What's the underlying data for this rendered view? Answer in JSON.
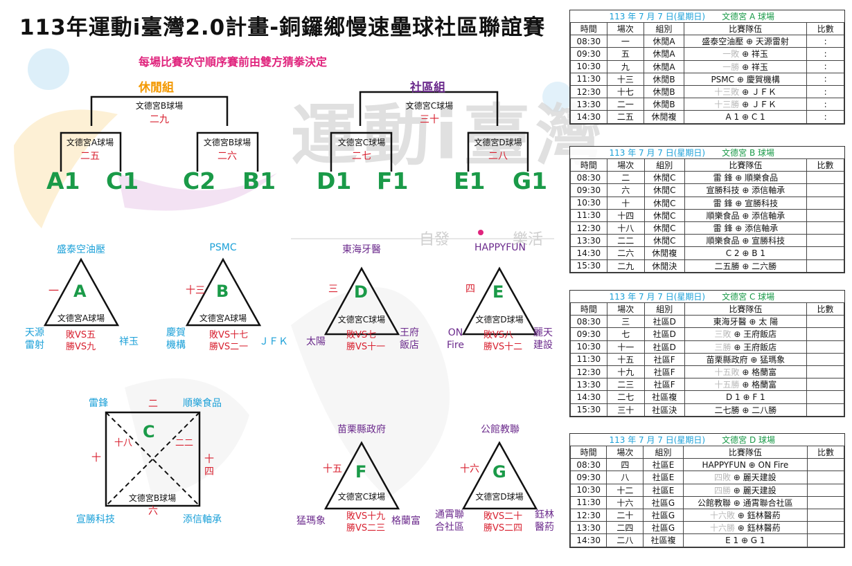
{
  "title": "113年運動i臺灣2.0計畫-銅鑼鄉慢速壘球社區聯誼賽",
  "subtitle": "每場比賽攻守順序賽前由雙方猜拳決定",
  "watermark": {
    "main": "運動i臺灣",
    "slogan_left": "自發",
    "slogan_right": "樂活"
  },
  "bracket_leisure": {
    "name": "休閒組",
    "color": "#f39800",
    "final": {
      "venue": "文德宮B球場",
      "no": "二九"
    },
    "left": {
      "venue": "文德宮A球場",
      "no": "二五",
      "t1": "A1",
      "t2": "C1"
    },
    "right": {
      "venue": "文德宮B球場",
      "no": "二六",
      "t1": "C2",
      "t2": "B1"
    }
  },
  "bracket_community": {
    "name": "社區組",
    "color": "#6b2a8c",
    "final": {
      "venue": "文德宮C球場",
      "no": "三十"
    },
    "left": {
      "venue": "文德宮C球場",
      "no": "二七",
      "t1": "D1",
      "t2": "F1"
    },
    "right": {
      "venue": "文德宮D球場",
      "no": "二八",
      "t1": "E1",
      "t2": "G1"
    }
  },
  "groups": {
    "A": {
      "letter": "A",
      "venue": "文德宮A球場",
      "top": "盛泰空油壓",
      "left_team": "天源\n雷射",
      "right_team": "祥玉",
      "side_no": "一",
      "rd1": "敗VS五",
      "rd2": "勝VS九"
    },
    "B": {
      "letter": "B",
      "venue": "文德宮A球場",
      "top": "PSMC",
      "left_team": "慶賀\n機構",
      "right_team": "ＪＦＫ",
      "side_no": "十三",
      "rd1": "敗VS十七",
      "rd2": "勝VS二一"
    },
    "D": {
      "letter": "D",
      "venue": "文德宮C球場",
      "top": "東海牙醫",
      "left_team": "太陽",
      "right_team": "王府\n飯店",
      "side_no": "三",
      "rd1": "敗VS七",
      "rd2": "勝VS十一"
    },
    "E": {
      "letter": "E",
      "venue": "文德宮D球場",
      "top": "HAPPYFUN",
      "left_team": "ON\nFire",
      "right_team": "麗天\n建設",
      "side_no": "四",
      "rd1": "敗VS八",
      "rd2": "勝VS十二"
    },
    "F": {
      "letter": "F",
      "venue": "文德宮C球場",
      "top": "苗栗縣政府",
      "left_team": "猛瑪象",
      "right_team": "格蘭富",
      "side_no": "十五",
      "rd1": "敗VS十九",
      "rd2": "勝VS二三"
    },
    "G": {
      "letter": "G",
      "venue": "文德宮D球場",
      "top": "公館教聯",
      "left_team": "通霄聯\n合社區",
      "right_team": "鈺林\n醫葯",
      "side_no": "十六",
      "rd1": "敗VS二十",
      "rd2": "勝VS二四"
    },
    "C": {
      "letter": "C",
      "venue": "文德宮B球場",
      "tl": "雷鋒",
      "tr": "順樂食品",
      "bl": "宣勝科技",
      "br": "添信軸承",
      "n_top": "二",
      "n_left": "十",
      "n_right": "十\n四",
      "n_bottom": "六",
      "n_diag1": "十八",
      "n_diag2": "二二"
    }
  },
  "schedule": {
    "columns": [
      "時間",
      "場次",
      "組別",
      "比賽隊伍",
      "比數"
    ],
    "panels": [
      {
        "date": "113 年 7 月 7 日(星期日)",
        "venue": "文德宮 A 球場",
        "rows": [
          [
            "08:30",
            "一",
            "休閒A",
            "盛泰空油壓 ⊕ 天源雷射",
            ":"
          ],
          [
            "09:30",
            "五",
            "休閒A",
            "一敗 ⊕ 祥玉",
            ":"
          ],
          [
            "10:30",
            "九",
            "休閒A",
            "一勝 ⊕ 祥玉",
            ":"
          ],
          [
            "11:30",
            "十三",
            "休閒B",
            "PSMC ⊕ 慶賀機構",
            ":"
          ],
          [
            "12:30",
            "十七",
            "休閒B",
            "十三敗 ⊕ ＪＦＫ",
            ":"
          ],
          [
            "13:30",
            "二一",
            "休閒B",
            "十三勝 ⊕ ＪＦＫ",
            ":"
          ],
          [
            "14:30",
            "二五",
            "休閒複",
            "A 1 ⊕ C 1",
            ":"
          ]
        ]
      },
      {
        "date": "113 年 7 月 7 日(星期日)",
        "venue": "文德宮 B 球場",
        "rows": [
          [
            "08:30",
            "二",
            "休閒C",
            "雷 鋒 ⊕ 順樂食品",
            ""
          ],
          [
            "09:30",
            "六",
            "休閒C",
            "宣勝科技 ⊕ 添信軸承",
            ""
          ],
          [
            "10:30",
            "十",
            "休閒C",
            "雷 鋒 ⊕ 宣勝科技",
            ""
          ],
          [
            "11:30",
            "十四",
            "休閒C",
            "順樂食品 ⊕ 添信軸承",
            ""
          ],
          [
            "12:30",
            "十八",
            "休閒C",
            "雷 鋒 ⊕ 添信軸承",
            ""
          ],
          [
            "13:30",
            "二二",
            "休閒C",
            "順樂食品 ⊕ 宣勝科技",
            ""
          ],
          [
            "14:30",
            "二六",
            "休閒複",
            "C 2 ⊕ B 1",
            ""
          ],
          [
            "15:30",
            "二九",
            "休閒決",
            "二五勝 ⊕ 二六勝",
            ""
          ]
        ]
      },
      {
        "date": "113 年 7 月 7 日(星期日)",
        "venue": "文德宮 C 球場",
        "rows": [
          [
            "08:30",
            "三",
            "社區D",
            "東海牙醫 ⊕ 太 陽",
            ""
          ],
          [
            "09:30",
            "七",
            "社區D",
            "三敗 ⊕ 王府飯店",
            ""
          ],
          [
            "10:30",
            "十一",
            "社區D",
            "三勝 ⊕ 王府飯店",
            ""
          ],
          [
            "11:30",
            "十五",
            "社區F",
            "苗栗縣政府 ⊕ 猛瑪象",
            ""
          ],
          [
            "12:30",
            "十九",
            "社區F",
            "十五敗 ⊕ 格蘭富",
            ""
          ],
          [
            "13:30",
            "二三",
            "社區F",
            "十五勝 ⊕ 格蘭富",
            ""
          ],
          [
            "14:30",
            "二七",
            "社區複",
            "D 1 ⊕ F 1",
            ""
          ],
          [
            "15:30",
            "三十",
            "社區決",
            "二七勝 ⊕ 二八勝",
            ""
          ]
        ]
      },
      {
        "date": "113 年 7 月 7 日(星期日)",
        "venue": "文德宮 D 球場",
        "rows": [
          [
            "08:30",
            "四",
            "社區E",
            "HAPPYFUN ⊕ ON Fire",
            ""
          ],
          [
            "09:30",
            "八",
            "社區E",
            "四敗 ⊕ 麗天建設",
            ""
          ],
          [
            "10:30",
            "十二",
            "社區E",
            "四勝 ⊕ 麗天建設",
            ""
          ],
          [
            "11:30",
            "十六",
            "社區G",
            "公館教聯 ⊕ 通霄聯合社區",
            ""
          ],
          [
            "12:30",
            "二十",
            "社區G",
            "十六敗 ⊕ 鈺林醫葯",
            ""
          ],
          [
            "13:30",
            "二四",
            "社區G",
            "十六勝 ⊕ 鈺林醫葯",
            ""
          ],
          [
            "14:30",
            "二八",
            "社區複",
            "E 1 ⊕ G 1",
            ""
          ]
        ]
      }
    ]
  }
}
